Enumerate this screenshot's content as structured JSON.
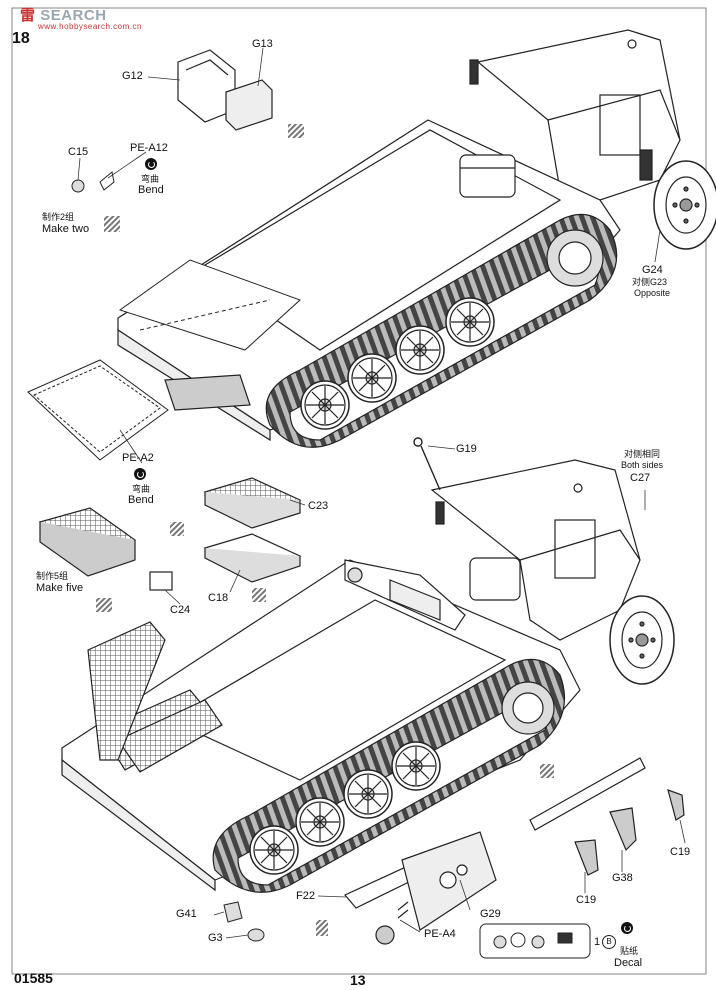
{
  "watermark": {
    "brand": "雷",
    "site": "SEARCH",
    "slogan": "www.hobbysearch.com.cn"
  },
  "step_number": "18",
  "page_number": "13",
  "kit_number": "01585",
  "labels": {
    "g12": "G12",
    "g13": "G13",
    "c15": "C15",
    "pe_a12": "PE-A12",
    "bend_cn_1": "弯曲",
    "bend_en_1": "Bend",
    "make_two_cn": "制作2组",
    "make_two_en": "Make two",
    "g24": "G24",
    "opposite_cn": "对侧G23",
    "opposite_en": "Opposite",
    "pe_a2": "PE-A2",
    "bend_cn_2": "弯曲",
    "bend_en_2": "Bend",
    "g19": "G19",
    "both_sides_cn": "对侧相同",
    "both_sides_en": "Both sides",
    "c27": "C27",
    "c23": "C23",
    "make_five_cn": "制作5组",
    "make_five_en": "Make five",
    "c24": "C24",
    "c18": "C18",
    "c19_a": "C19",
    "g38": "G38",
    "c19_b": "C19",
    "f22": "F22",
    "g29": "G29",
    "pe_a4": "PE-A4",
    "g41": "G41",
    "g3": "G3",
    "decal_num": "1",
    "decal_sheet": "B",
    "decal_cn": "贴纸",
    "decal_en": "Decal"
  }
}
